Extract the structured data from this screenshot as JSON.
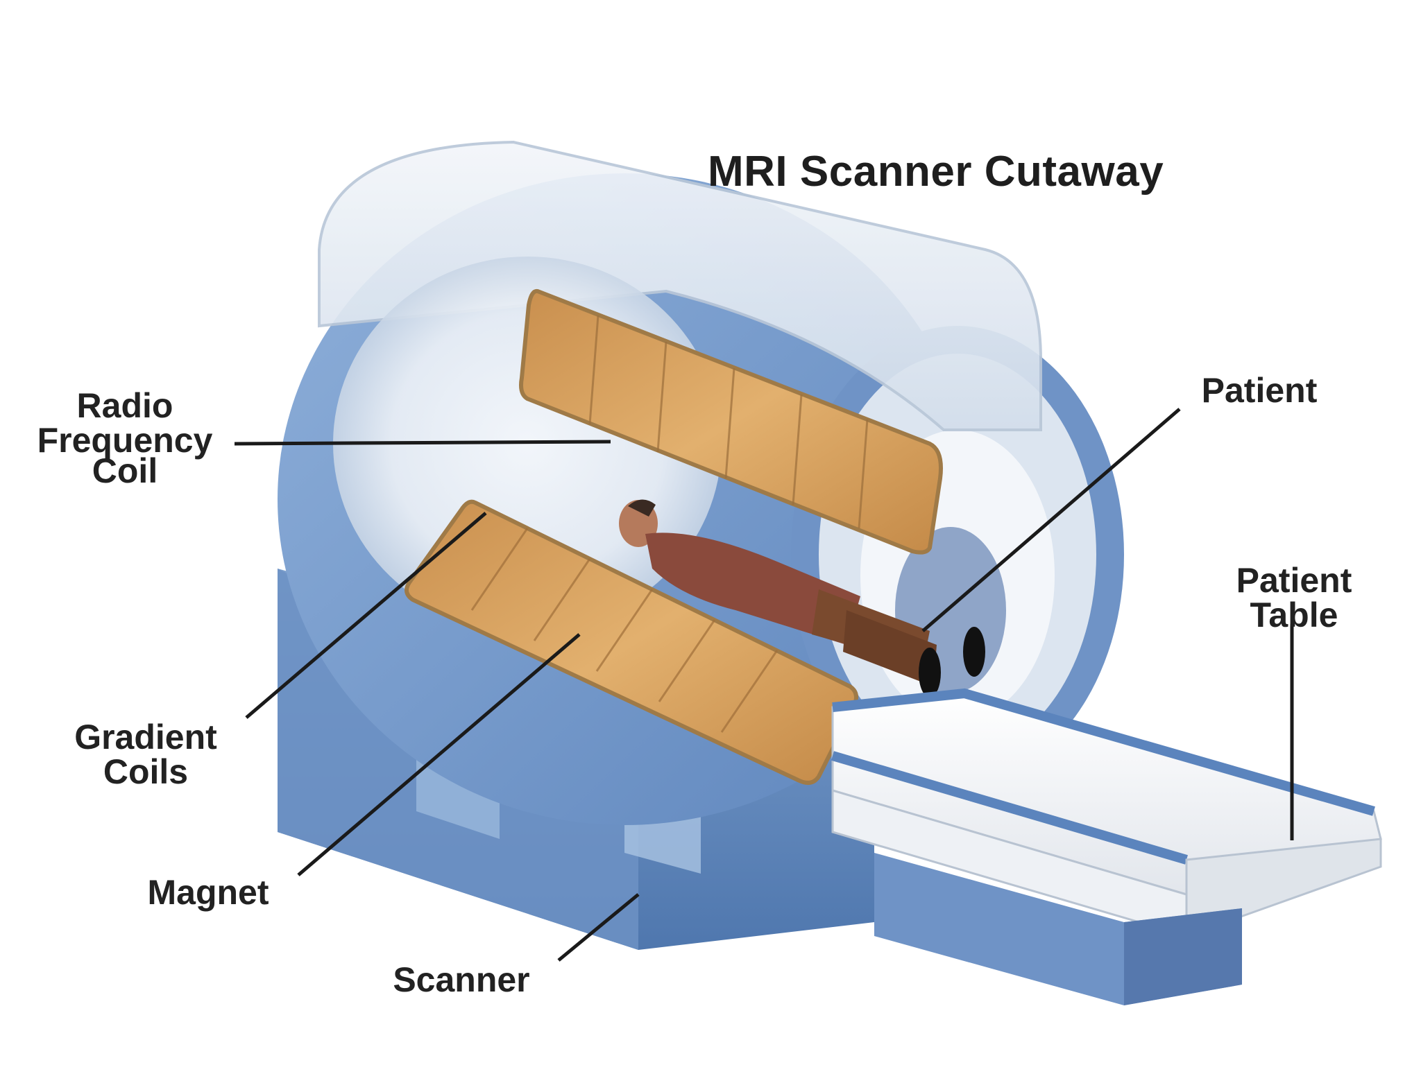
{
  "title": "MRI Scanner Cutaway",
  "labels": {
    "radio_frequency_coil": [
      "Radio",
      "Frequency",
      "Coil"
    ],
    "gradient_coils": [
      "Gradient",
      "Coils"
    ],
    "magnet": "Magnet",
    "scanner": "Scanner",
    "patient": "Patient",
    "patient_table": [
      "Patient",
      "Table"
    ]
  },
  "colors": {
    "housing_blue": "#7b9fcf",
    "housing_light": "#dfe7f1",
    "coil_orange": "#d9a25f",
    "table_white": "#f2f4f7",
    "patient_shirt": "#8a4a3c",
    "leader_line": "#1a1a1a"
  }
}
